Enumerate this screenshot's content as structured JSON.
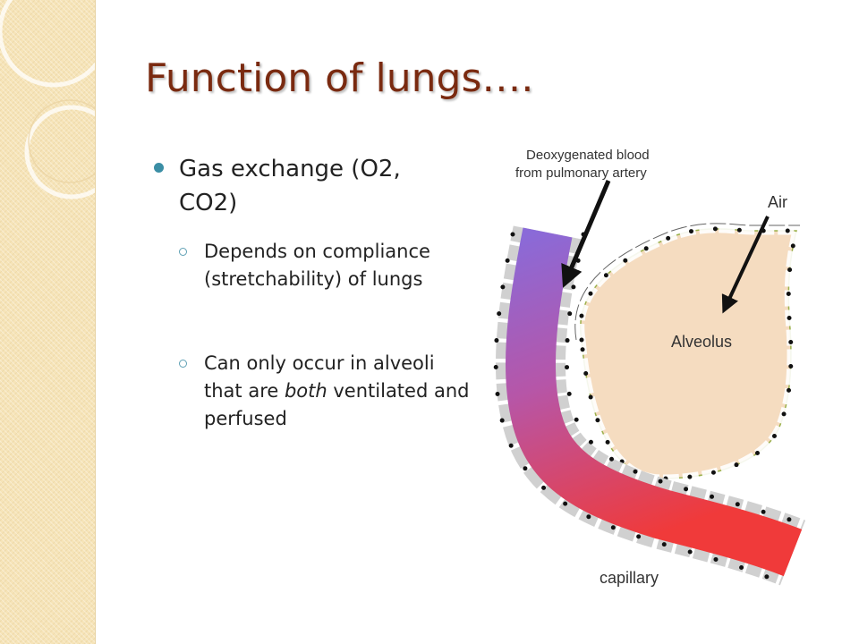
{
  "slide": {
    "title": "Function of lungs….",
    "bullet": {
      "text": "Gas exchange (O2, CO2)",
      "subbullets": [
        {
          "parts": [
            "Depends on compliance (stretchability) of lungs"
          ]
        },
        {
          "before": "Can only occur in alveoli that are ",
          "emphasis": "both",
          "after": " ventilated and perfused"
        }
      ]
    }
  },
  "diagram": {
    "labels": {
      "deoxy_line1": "Deoxygenated blood",
      "deoxy_line2": "from pulmonary artery",
      "air": "Air",
      "alveolus": "Alveolus",
      "capillary": "capillary"
    },
    "colors": {
      "capillary_top": "#8a6ad8",
      "capillary_bottom": "#f03a3a",
      "alveolus_fill": "#f5dcc0",
      "bullet": "#3b8ea5",
      "title": "#7a2a10"
    }
  }
}
